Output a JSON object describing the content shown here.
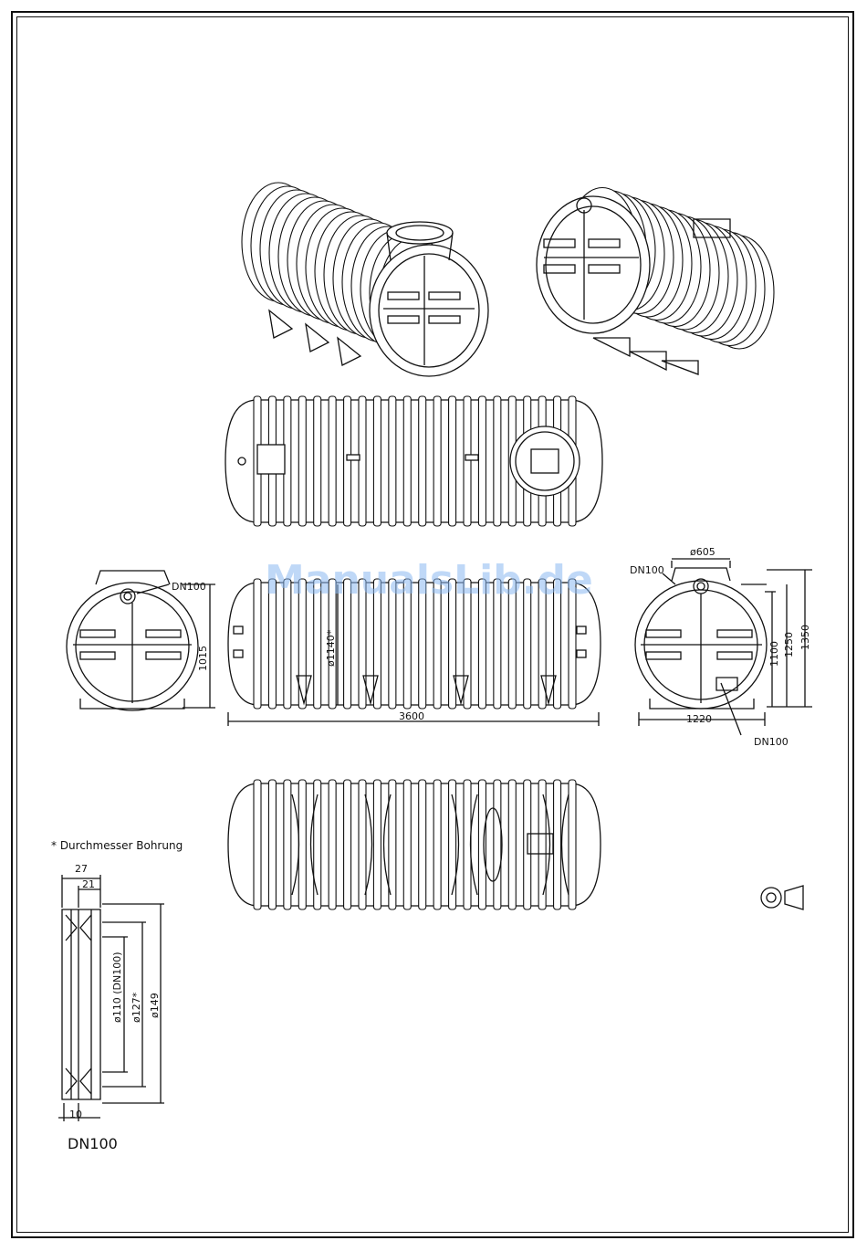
{
  "watermark": "ManualsLib.de",
  "note": "* Durchmesser Bohrung",
  "colors": {
    "line": "#111111",
    "watermark": "#8ab8f0"
  },
  "top_view": {
    "rib_count": 22
  },
  "side_view": {
    "label_dn100": "DN100",
    "dim_height": "1015"
  },
  "front_view": {
    "dim_diameter": "ø1140*",
    "dim_length": "3600"
  },
  "end_view": {
    "dim_dome": "ø605",
    "label_dn100_top": "DN100",
    "label_dn100_bottom": "DN100",
    "dim_1100": "1100",
    "dim_1250": "1250",
    "dim_1350": "1350",
    "dim_width": "1220"
  },
  "seal_detail": {
    "dim_27": "27",
    "dim_21": "21",
    "dim_110": "ø110 (DN100)",
    "dim_127": "ø127*",
    "dim_149": "ø149",
    "dim_10": "10",
    "title": "DN100"
  }
}
